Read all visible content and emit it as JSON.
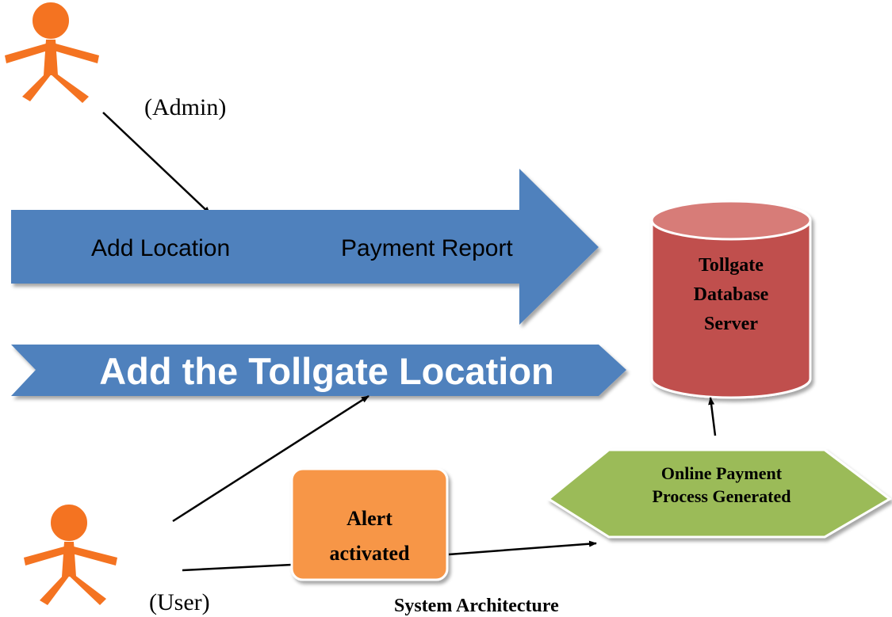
{
  "diagram": {
    "caption": "System Architecture",
    "actors": {
      "admin": "(Admin)",
      "user": "(User)"
    },
    "admin_arrow": {
      "left_label": "Add Location",
      "right_label": "Payment Report"
    },
    "banner": {
      "label": "Add the Tollgate Location"
    },
    "database": {
      "line1": "Tollgate",
      "line2": "Database",
      "line3": "Server"
    },
    "alert_box": {
      "line1": "Alert",
      "line2": "activated"
    },
    "payment_process": {
      "line1": "Online Payment",
      "line2": "Process Generated"
    }
  },
  "colors": {
    "actor": "#f47321",
    "arrow_blue": "#4f81bd",
    "database_red": "#c0504d",
    "database_top": "#d77b78",
    "alert_orange": "#f79646",
    "process_green": "#9bbb59",
    "line": "#000000"
  }
}
